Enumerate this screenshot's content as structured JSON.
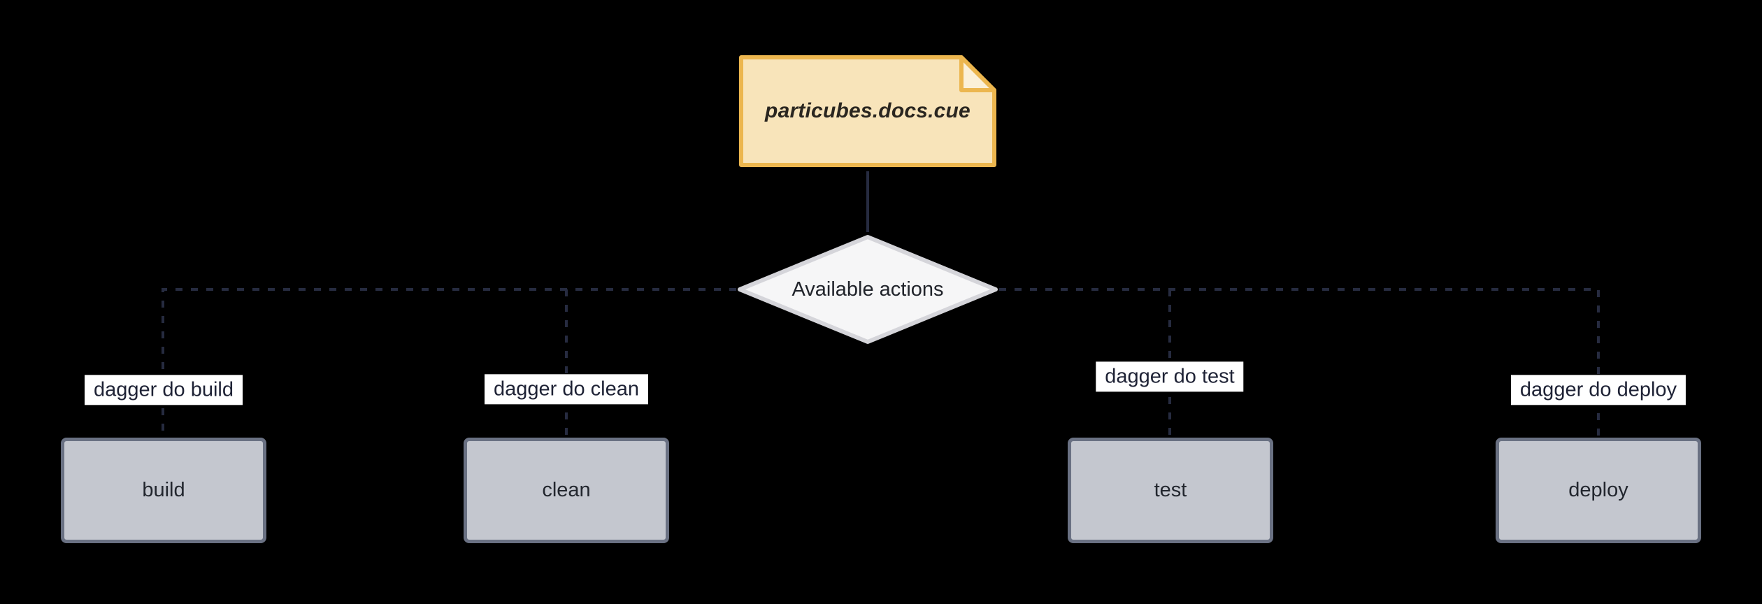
{
  "diagram": {
    "type": "flowchart",
    "source_note": {
      "label": "particubes.docs.cue"
    },
    "decision": {
      "label": "Available actions"
    },
    "actions": [
      {
        "id": "build",
        "command_label": "dagger do build",
        "node_label": "build"
      },
      {
        "id": "clean",
        "command_label": "dagger do clean",
        "node_label": "clean"
      },
      {
        "id": "test",
        "command_label": "dagger do test",
        "node_label": "test"
      },
      {
        "id": "deploy",
        "command_label": "dagger do deploy",
        "node_label": "deploy"
      }
    ],
    "colors": {
      "background": "#000000",
      "note_fill": "#F8E4BA",
      "note_fold_fill": "#FBF0D8",
      "note_stroke": "#ECB64F",
      "decision_fill": "#F6F6F7",
      "decision_stroke": "#D5D5DA",
      "action_fill": "#C4C7CF",
      "action_stroke": "#6A7183",
      "edge": "#262B40",
      "edge_label_bg": "#FFFFFF",
      "edge_label_text": "#1E2235"
    }
  }
}
